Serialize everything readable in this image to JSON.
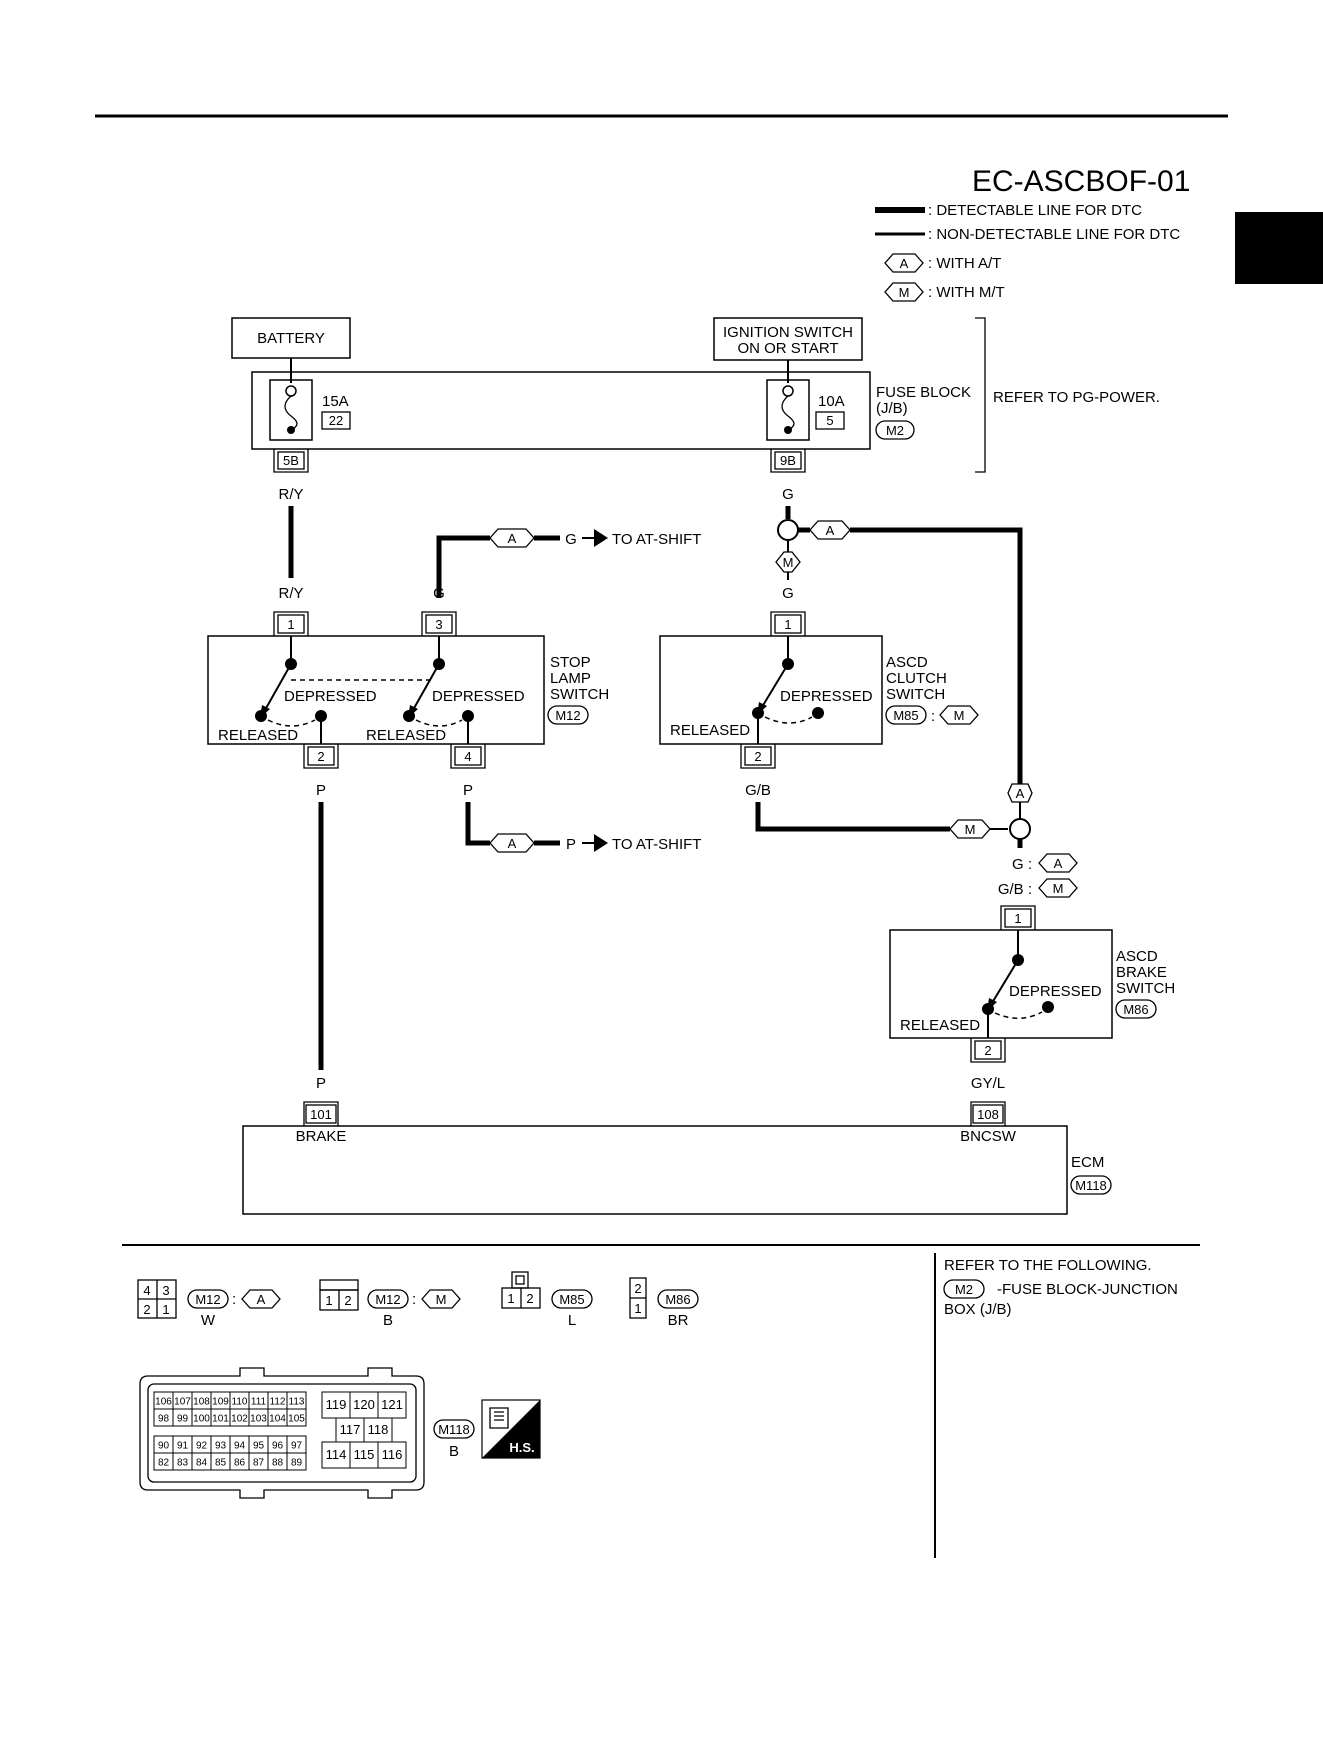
{
  "page": {
    "code": "EC-ASCBOF-01"
  },
  "legend": {
    "detectable": ": DETECTABLE LINE FOR DTC",
    "non_detectable": ": NON-DETECTABLE LINE FOR DTC",
    "with_at_tag": "A",
    "with_at": ": WITH A/T",
    "with_mt_tag": "M",
    "with_mt": ": WITH M/T"
  },
  "power": {
    "battery": "BATTERY",
    "ignition_line1": "IGNITION SWITCH",
    "ignition_line2": "ON OR START",
    "fuse1_rating": "15A",
    "fuse1_no": "22",
    "fuse2_rating": "10A",
    "fuse2_no": "5",
    "fuse_block_line1": "FUSE BLOCK",
    "fuse_block_line2": "(J/B)",
    "fuse_block_conn": "M2",
    "refer_power": "REFER TO PG-POWER.",
    "term_5b": "5B",
    "term_9b": "9B"
  },
  "wires": {
    "ry": "R/Y",
    "g": "G",
    "p": "P",
    "gb": "G/B",
    "gyl": "GY/L",
    "to_at_shift": "TO AT-SHIFT",
    "g_colon": "G :",
    "gb_colon": "G/B :"
  },
  "stop_lamp": {
    "line1": "STOP",
    "line2": "LAMP",
    "line3": "SWITCH",
    "conn": "M12",
    "pin1": "1",
    "pin2": "2",
    "pin3": "3",
    "pin4": "4",
    "depressed": "DEPRESSED",
    "released": "RELEASED"
  },
  "clutch": {
    "line1": "ASCD",
    "line2": "CLUTCH",
    "line3": "SWITCH",
    "conn": "M85",
    "pin1": "1",
    "pin2": "2",
    "depressed": "DEPRESSED",
    "released": "RELEASED"
  },
  "brake_sw": {
    "line1": "ASCD",
    "line2": "BRAKE",
    "line3": "SWITCH",
    "conn": "M86",
    "pin1": "1",
    "pin2": "2",
    "depressed": "DEPRESSED",
    "released": "RELEASED"
  },
  "ecm": {
    "label": "ECM",
    "conn": "M118",
    "pin101": "101",
    "pin108": "108",
    "brake": "BRAKE",
    "bncsw": "BNCSW"
  },
  "connectors": {
    "m12a": {
      "pins": [
        "4",
        "3",
        "2",
        "1"
      ],
      "id": "M12",
      "color": "W"
    },
    "m12m": {
      "pins": [
        "1",
        "2"
      ],
      "id": "M12",
      "color": "B"
    },
    "m85": {
      "pins": [
        "1",
        "2"
      ],
      "id": "M85",
      "color": "L"
    },
    "m86": {
      "pins": [
        "2",
        "1"
      ],
      "id": "M86",
      "color": "BR"
    },
    "m118": {
      "id": "M118",
      "color": "B",
      "row1": [
        "106",
        "107",
        "108",
        "109",
        "110",
        "111",
        "112",
        "113"
      ],
      "row2": [
        "98",
        "99",
        "100",
        "101",
        "102",
        "103",
        "104",
        "105"
      ],
      "row3": [
        "90",
        "91",
        "92",
        "93",
        "94",
        "95",
        "96",
        "97"
      ],
      "row4": [
        "82",
        "83",
        "84",
        "85",
        "86",
        "87",
        "88",
        "89"
      ],
      "right_row1": [
        "119",
        "120",
        "121"
      ],
      "right_row2": [
        "117",
        "118"
      ],
      "right_row3": [
        "114",
        "115",
        "116"
      ]
    },
    "hs_label": "H.S."
  },
  "refer": {
    "heading": "REFER TO THE FOLLOWING.",
    "conn": "M2",
    "text1": "-FUSE BLOCK-JUNCTION",
    "text2": "BOX (J/B)"
  }
}
